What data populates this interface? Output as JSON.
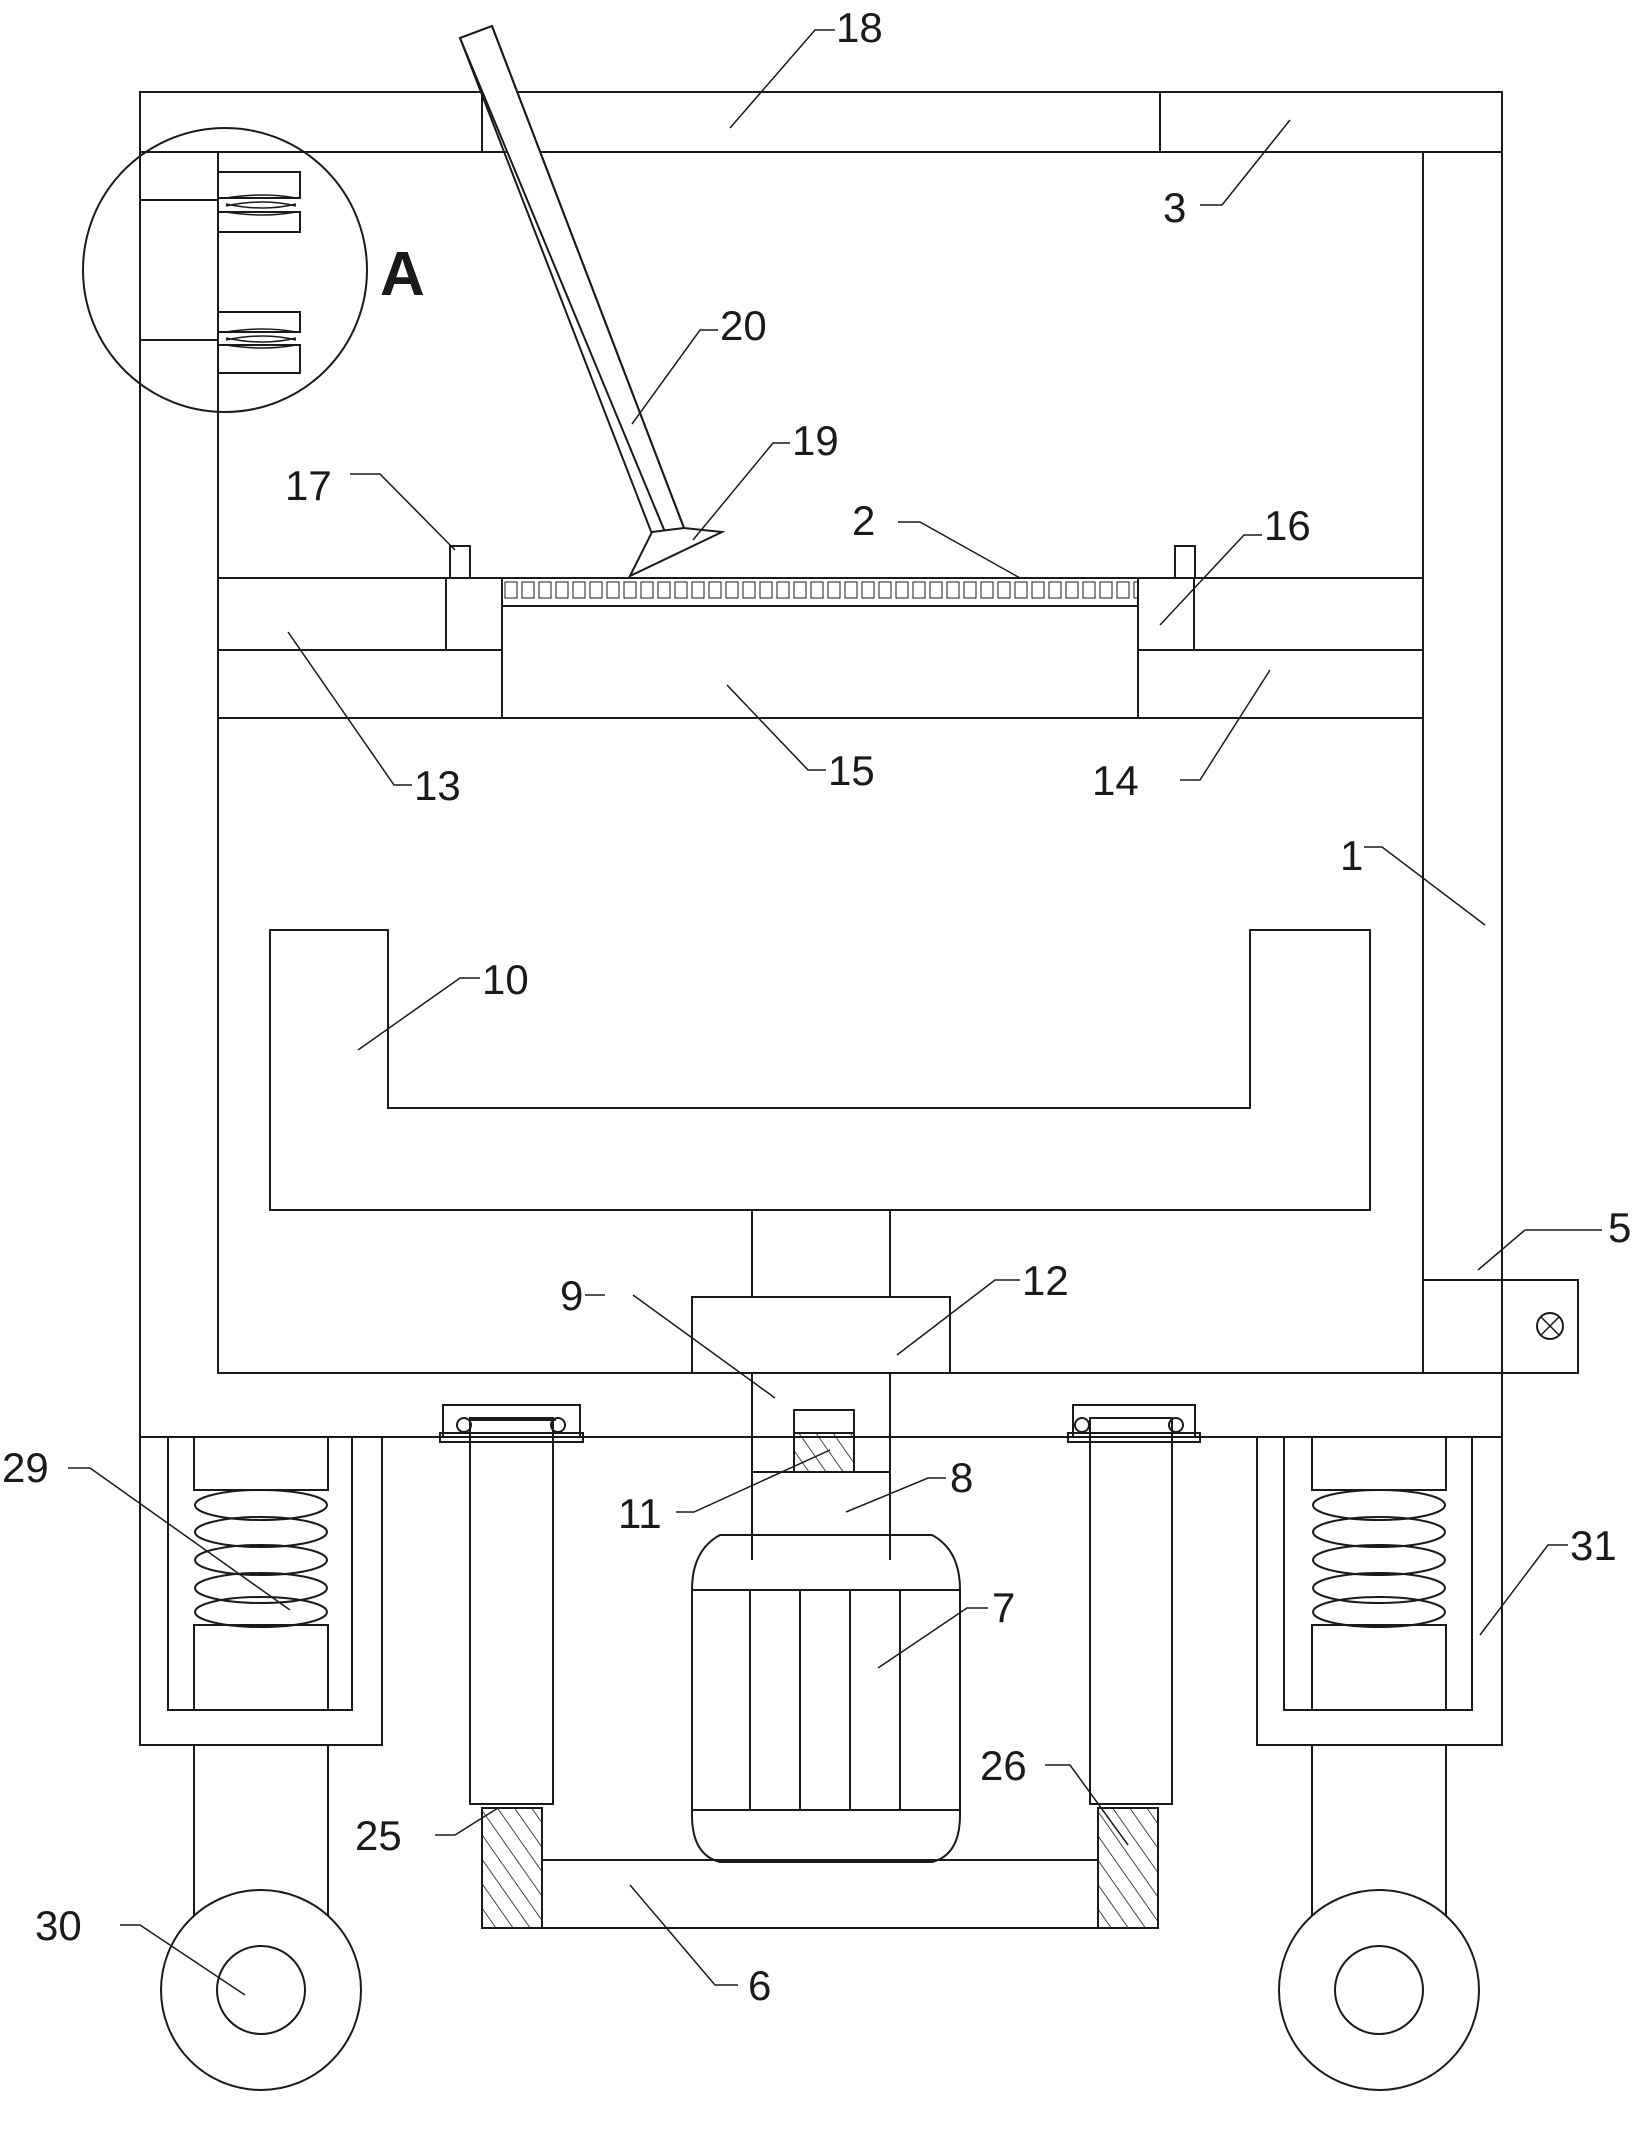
{
  "detail_callout": "A",
  "labels": {
    "l1": "1",
    "l2": "2",
    "l3": "3",
    "l5": "5",
    "l6": "6",
    "l7": "7",
    "l8": "8",
    "l9": "9",
    "l10": "10",
    "l11": "11",
    "l12": "12",
    "l13": "13",
    "l14": "14",
    "l15": "15",
    "l16": "16",
    "l17": "17",
    "l18": "18",
    "l19": "19",
    "l20": "20",
    "l25": "25",
    "l26": "26",
    "l29": "29",
    "l30": "30",
    "l31": "31"
  },
  "colors": {
    "line": "#1a1a1a",
    "background": "#ffffff"
  }
}
